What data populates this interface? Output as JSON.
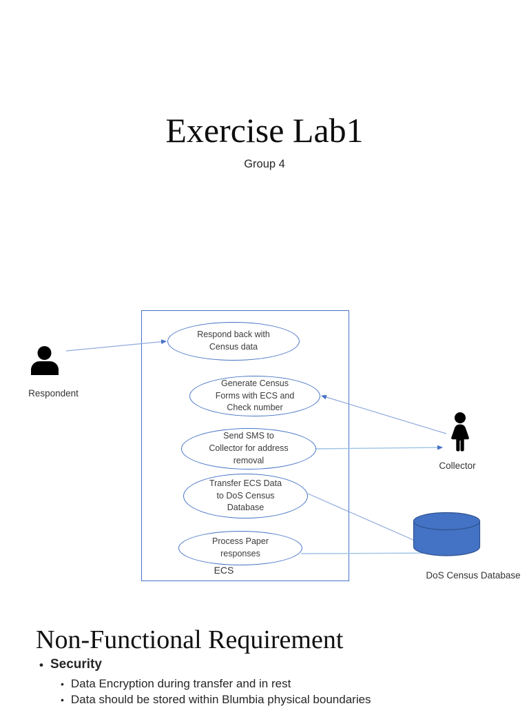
{
  "title_slide": {
    "title": "Exercise Lab1",
    "subtitle": "Group 4"
  },
  "diagram": {
    "system_label": "ECS",
    "use_cases": [
      "Respond back with\nCensus data",
      "Generate Census\nForms with ECS and\nCheck number",
      "Send SMS to\nCollector for address\nremoval",
      "Transfer ECS Data\nto DoS Census\nDatabase",
      "Process Paper\nresponses"
    ],
    "actors": [
      {
        "name": "Respondent"
      },
      {
        "name": "Collector"
      }
    ],
    "database_label": "DoS Census Database",
    "colors": {
      "shape_outline_blue": "#4472C4",
      "connector_blue": "#8FAADC",
      "database_fill": "#4472C4",
      "database_stroke": "#2F528F",
      "actor_black": "#000000"
    }
  },
  "nfr_slide": {
    "heading": "Non-Functional Requirement",
    "bullet_char": "•",
    "bullets": [
      {
        "text": "Security"
      },
      {
        "text": "Data Encryption during transfer and in rest"
      },
      {
        "text": "Data should be stored within Blumbia physical boundaries"
      }
    ]
  }
}
